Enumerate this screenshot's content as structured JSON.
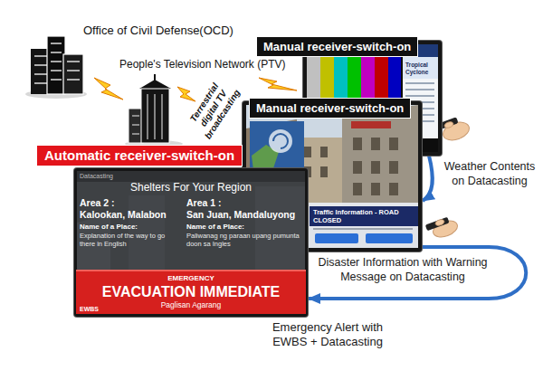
{
  "diagram": {
    "nodes": [
      {
        "text": [
          "Manual receiver-switch-on",
          "Weather Contents on Datacasting"
        ]
      },
      {
        "text": [
          "Manual receiver-switch-on",
          "Disaster Information with Warning Message on Datacasting"
        ]
      },
      {
        "text": [
          "Automatic receiver-switch-on",
          "Emergency Alert with EWBS + Datacasting"
        ]
      },
      {
        "text": [
          "EMERGENCY",
          "EVACUATION IMMEDIATE",
          "Paglisan Agarang"
        ],
        "in": 2
      }
    ],
    "edges": [
      {
        "from": 0,
        "to": 1,
        "arrow": "to"
      },
      {
        "from": 1,
        "to": 2,
        "arrow": "to"
      }
    ],
    "labels": [
      "Office of Civil Defense(OCD)",
      "People's Television Network (PTV)",
      "Terrestrial digital TV broadcasting",
      "Tropical Cyclone",
      "Traffic Information - ROAD CLOSED",
      "Datacasting",
      "Shelters For Your Region",
      "Area 2 :",
      "Kalookan, Malabon",
      "Area 1 :",
      "San Juan, Mandaluyong",
      "Name of a Place:",
      "Explanation of the way to go there in English",
      "Name of a Place:",
      "Paliwanag ng paraan upang pumunta doon sa Ingles",
      "EWBS"
    ]
  }
}
